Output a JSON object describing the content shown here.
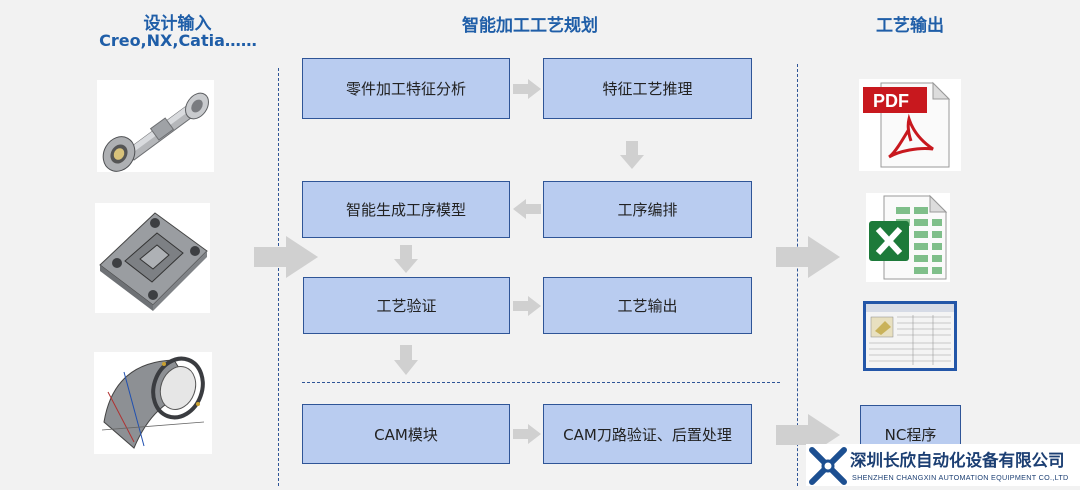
{
  "headers": {
    "left_title": "设计输入",
    "left_subtitle": "Creo,NX,Catia……",
    "center_title": "智能加工工艺规划",
    "right_title": "工艺输出"
  },
  "boxes": {
    "b1": "零件加工特征分析",
    "b2": "特征工艺推理",
    "b3": "智能生成工序模型",
    "b4": "工序编排",
    "b5": "工艺验证",
    "b6": "工艺输出",
    "b7": "CAM模块",
    "b8": "CAM刀路验证、后置处理",
    "nc": "NC程序"
  },
  "outputs": {
    "pdf_label": "PDF"
  },
  "logo": {
    "company_cn": "深圳长欣自动化设备有限公司",
    "company_en": "SHENZHEN CHANGXIN AUTOMATION EQUIPMENT CO.,LTD"
  },
  "colors": {
    "accent": "#1f5ea8",
    "box_fill": "#b9ccf0",
    "box_border": "#2f5597",
    "arrow": "#d0d0d0"
  }
}
